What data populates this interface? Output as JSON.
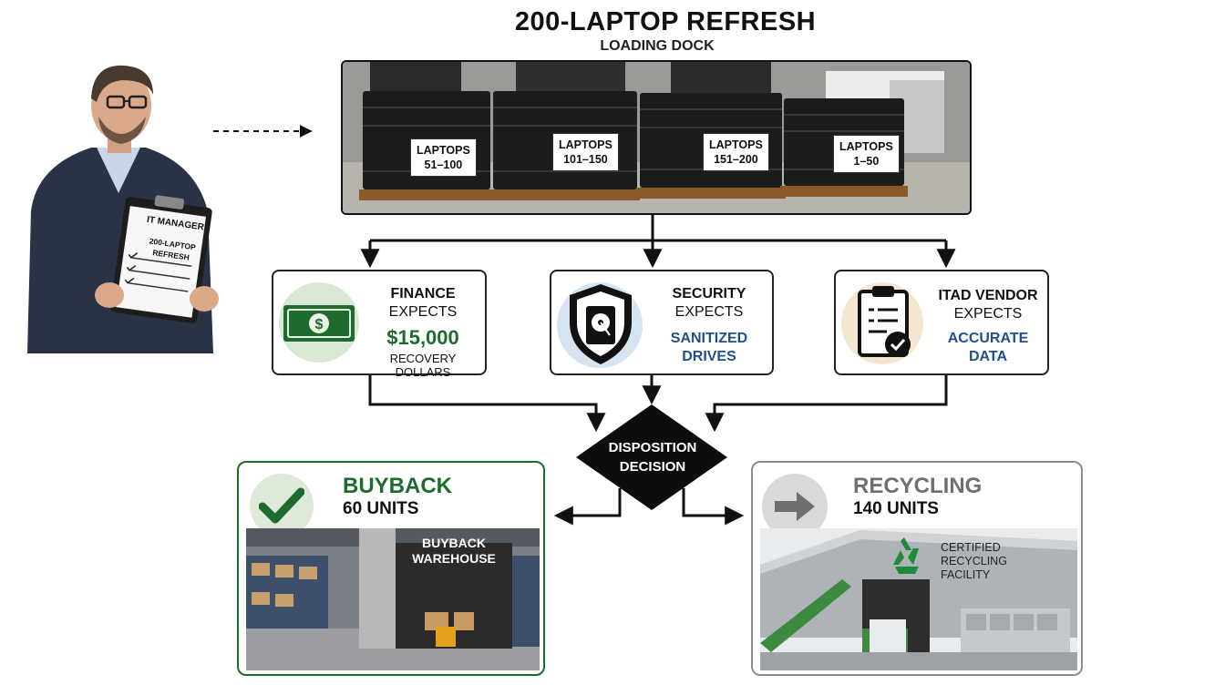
{
  "header": {
    "title": "200-LAPTOP REFRESH",
    "subtitle": "LOADING DOCK"
  },
  "manager": {
    "clipboard_title": "IT MANAGER",
    "clipboard_subtitle_1": "200-LAPTOP",
    "clipboard_subtitle_2": "REFRESH"
  },
  "dock": {
    "pallets": [
      {
        "line1": "LAPTOPS",
        "line2": "51–100"
      },
      {
        "line1": "LAPTOPS",
        "line2": "101–150"
      },
      {
        "line1": "LAPTOPS",
        "line2": "151–200"
      },
      {
        "line1": "LAPTOPS",
        "line2": "1–50"
      }
    ]
  },
  "stakeholders": {
    "finance": {
      "title": "FINANCE",
      "expects": "EXPECTS",
      "value": "$15,000",
      "sub": "RECOVERY DOLLARS",
      "icon": "money-icon"
    },
    "security": {
      "title": "SECURITY",
      "expects": "EXPECTS",
      "value_line1": "SANITIZED",
      "value_line2": "DRIVES",
      "icon": "shield-drive-icon"
    },
    "itad": {
      "title": "ITAD VENDOR",
      "expects": "EXPECTS",
      "value_line1": "ACCURATE",
      "value_line2": "DATA",
      "icon": "clipboard-check-icon"
    }
  },
  "decision": {
    "line1": "DISPOSITION",
    "line2": "DECISION"
  },
  "outcomes": {
    "buyback": {
      "title": "BUYBACK",
      "units": "60 UNITS",
      "sign_line1": "BUYBACK",
      "sign_line2": "WAREHOUSE",
      "icon": "checkmark-icon"
    },
    "recycling": {
      "title": "RECYCLING",
      "units": "140 UNITS",
      "sign_line1": "CERTIFIED",
      "sign_line2": "RECYCLING",
      "sign_line3": "FACILITY",
      "icon": "arrow-right-icon"
    }
  },
  "colors": {
    "green": "#1e6b2e",
    "blue": "#1f4f8c",
    "gray": "#6f6f6f"
  }
}
